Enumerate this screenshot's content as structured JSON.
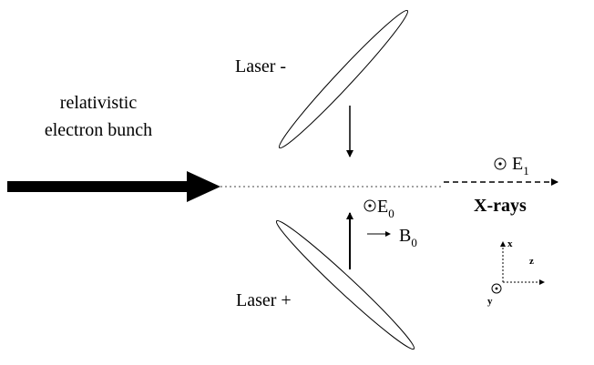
{
  "labels": {
    "laser_minus": "Laser -",
    "laser_plus": "Laser +",
    "electron_line1": "relativistic",
    "electron_line2": "electron bunch",
    "xrays": "X-rays",
    "e0_main": "E",
    "e0_sub": "0",
    "b0_main": "B",
    "b0_sub": "0",
    "e1_main": "E",
    "e1_sub": "1",
    "axis_x": "x",
    "axis_z": "z",
    "axis_y": "y"
  }
}
